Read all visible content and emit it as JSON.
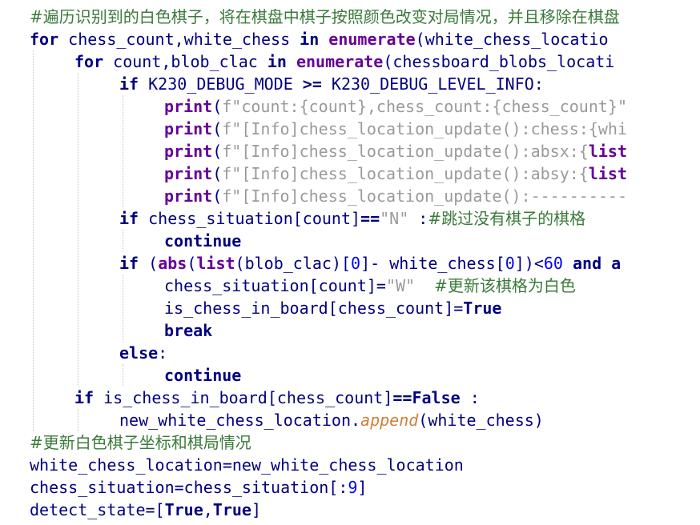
{
  "editor": {
    "lines": [
      {
        "indent": 0,
        "tokens": [
          {
            "t": "#遍历识别到的白色棋子，将在棋盘中棋子按照颜色改变对局情况，并且移除在棋盘",
            "c": "cm-cn"
          }
        ]
      },
      {
        "indent": 0,
        "tokens": [
          {
            "t": "for",
            "c": "kw"
          },
          {
            "t": " chess_count,white_chess ",
            "c": "id"
          },
          {
            "t": "in",
            "c": "kw"
          },
          {
            "t": " ",
            "c": "id"
          },
          {
            "t": "enumerate",
            "c": "fn"
          },
          {
            "t": "(white_chess_locatio",
            "c": "id"
          }
        ]
      },
      {
        "indent": 1,
        "tokens": [
          {
            "t": "for",
            "c": "kw"
          },
          {
            "t": " count,blob_clac ",
            "c": "id"
          },
          {
            "t": "in",
            "c": "kw"
          },
          {
            "t": " ",
            "c": "id"
          },
          {
            "t": "enumerate",
            "c": "fn"
          },
          {
            "t": "(chessboard_blobs_locati",
            "c": "id"
          }
        ]
      },
      {
        "indent": 2,
        "tokens": [
          {
            "t": "if",
            "c": "kw"
          },
          {
            "t": " K230_DEBUG_MODE ",
            "c": "id"
          },
          {
            "t": ">=",
            "c": "kw"
          },
          {
            "t": " K230_DEBUG_LEVEL_INFO:",
            "c": "id"
          }
        ]
      },
      {
        "indent": 3,
        "tokens": [
          {
            "t": "print",
            "c": "prm"
          },
          {
            "t": "(",
            "c": "id"
          },
          {
            "t": "f\"count:{count},chess_count:{chess_count}\"",
            "c": "str"
          }
        ]
      },
      {
        "indent": 3,
        "tokens": [
          {
            "t": "print",
            "c": "prm"
          },
          {
            "t": "(",
            "c": "id"
          },
          {
            "t": "f\"[Info]chess_location_update():chess:{whi",
            "c": "str"
          }
        ]
      },
      {
        "indent": 3,
        "tokens": [
          {
            "t": "print",
            "c": "prm"
          },
          {
            "t": "(",
            "c": "id"
          },
          {
            "t": "f\"[Info]chess_location_update():absx:{",
            "c": "str"
          },
          {
            "t": "list",
            "c": "prm"
          }
        ]
      },
      {
        "indent": 3,
        "tokens": [
          {
            "t": "print",
            "c": "prm"
          },
          {
            "t": "(",
            "c": "id"
          },
          {
            "t": "f\"[Info]chess_location_update():absy:{",
            "c": "str"
          },
          {
            "t": "list",
            "c": "prm"
          }
        ]
      },
      {
        "indent": 3,
        "tokens": [
          {
            "t": "print",
            "c": "prm"
          },
          {
            "t": "(",
            "c": "id"
          },
          {
            "t": "f\"[Info]chess_location_update():----------",
            "c": "str"
          }
        ]
      },
      {
        "indent": 2,
        "tokens": [
          {
            "t": "if",
            "c": "kw"
          },
          {
            "t": " chess_situation[count]",
            "c": "id"
          },
          {
            "t": "==",
            "c": "kw"
          },
          {
            "t": "\"N\"",
            "c": "str"
          },
          {
            "t": " :",
            "c": "id"
          },
          {
            "t": "#跳过没有棋子的棋格",
            "c": "cm-cn"
          }
        ]
      },
      {
        "indent": 3,
        "tokens": [
          {
            "t": "continue",
            "c": "kw"
          }
        ]
      },
      {
        "indent": 2,
        "tokens": [
          {
            "t": "if",
            "c": "kw"
          },
          {
            "t": " (",
            "c": "id"
          },
          {
            "t": "abs",
            "c": "prm"
          },
          {
            "t": "(",
            "c": "id"
          },
          {
            "t": "list",
            "c": "prm"
          },
          {
            "t": "(blob_clac)[",
            "c": "id"
          },
          {
            "t": "0",
            "c": "num"
          },
          {
            "t": "]- white_chess[",
            "c": "id"
          },
          {
            "t": "0",
            "c": "num"
          },
          {
            "t": "])<",
            "c": "id"
          },
          {
            "t": "60",
            "c": "num"
          },
          {
            "t": " ",
            "c": "id"
          },
          {
            "t": "and",
            "c": "kw"
          },
          {
            "t": " a",
            "c": "kw"
          }
        ]
      },
      {
        "indent": 3,
        "tokens": [
          {
            "t": "chess_situation[count]=",
            "c": "id"
          },
          {
            "t": "\"W\"",
            "c": "str"
          },
          {
            "t": "  ",
            "c": "id"
          },
          {
            "t": "#更新该棋格为白色",
            "c": "cm-cn"
          }
        ]
      },
      {
        "indent": 3,
        "tokens": [
          {
            "t": "is_chess_in_board[chess_count]=",
            "c": "id"
          },
          {
            "t": "True",
            "c": "kw"
          }
        ]
      },
      {
        "indent": 3,
        "tokens": [
          {
            "t": "break",
            "c": "kw"
          }
        ]
      },
      {
        "indent": 2,
        "tokens": [
          {
            "t": "else",
            "c": "kw"
          },
          {
            "t": ":",
            "c": "id"
          }
        ]
      },
      {
        "indent": 3,
        "tokens": [
          {
            "t": "continue",
            "c": "kw"
          }
        ]
      },
      {
        "indent": 1,
        "tokens": [
          {
            "t": "if",
            "c": "kw"
          },
          {
            "t": " is_chess_in_board[chess_count]",
            "c": "id"
          },
          {
            "t": "==",
            "c": "kw"
          },
          {
            "t": "False",
            "c": "kw"
          },
          {
            "t": " :",
            "c": "id"
          }
        ]
      },
      {
        "indent": 2,
        "tokens": [
          {
            "t": "new_white_chess_location.",
            "c": "id"
          },
          {
            "t": "append",
            "c": "meth"
          },
          {
            "t": "(white_chess)",
            "c": "id"
          }
        ]
      },
      {
        "indent": 0,
        "tokens": [
          {
            "t": "#更新白色棋子坐标和棋局情况",
            "c": "cm-cn"
          }
        ]
      },
      {
        "indent": 0,
        "tokens": [
          {
            "t": "white_chess_location=new_white_chess_location",
            "c": "id"
          }
        ]
      },
      {
        "indent": 0,
        "tokens": [
          {
            "t": "chess_situation=chess_situation[:",
            "c": "id"
          },
          {
            "t": "9",
            "c": "num"
          },
          {
            "t": "]",
            "c": "id"
          }
        ]
      },
      {
        "indent": 0,
        "tokens": [
          {
            "t": "detect_state=[",
            "c": "id"
          },
          {
            "t": "True",
            "c": "kw"
          },
          {
            "t": ",",
            "c": "id"
          },
          {
            "t": "True",
            "c": "kw"
          },
          {
            "t": "]",
            "c": "id"
          }
        ]
      }
    ]
  }
}
